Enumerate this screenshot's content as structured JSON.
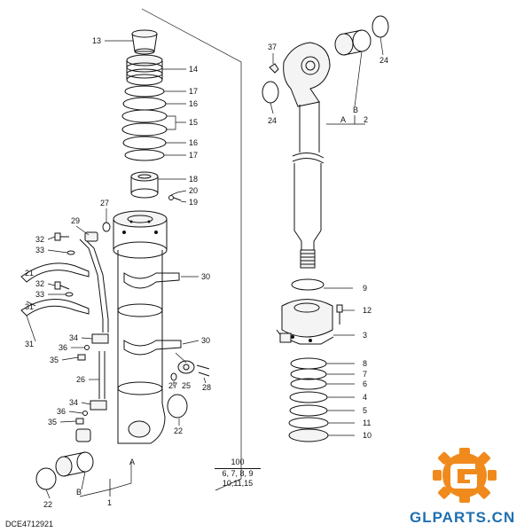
{
  "drawing_code": "DCE4712921",
  "brand": {
    "name": "GLPARTS.CN",
    "logo_letter": "G",
    "logo_color": "#f08a1c",
    "text_color": "#1e6fb0"
  },
  "kit": {
    "number": "100",
    "line1": "6, 7, 8, 9",
    "line2": "10,11,15"
  },
  "callouts": {
    "c1": "1",
    "c2": "2",
    "c3": "3",
    "c4": "4",
    "c5": "5",
    "c6": "6",
    "c7": "7",
    "c8": "8",
    "c9": "9",
    "c10": "10",
    "c11": "11",
    "c12": "12",
    "c13": "13",
    "c14": "14",
    "c15": "15",
    "c16a": "16",
    "c16b": "16",
    "c17a": "17",
    "c17b": "17",
    "c18": "18",
    "c19": "19",
    "c20": "20",
    "c21": "21",
    "c22a": "22",
    "c22b": "22",
    "c24a": "24",
    "c24b": "24",
    "c25": "25",
    "c26": "26",
    "c27a": "27",
    "c27b": "27",
    "c28": "28",
    "c29": "29",
    "c30a": "30",
    "c30b": "30",
    "c31a": "31",
    "c31b": "31",
    "c32a": "32",
    "c32b": "32",
    "c33a": "33",
    "c33b": "33",
    "c34a": "34",
    "c34b": "34",
    "c35a": "35",
    "c35b": "35",
    "c36a": "36",
    "c36b": "36",
    "c37": "37",
    "A1": "A",
    "A2": "A",
    "B1": "B",
    "B2": "B"
  }
}
